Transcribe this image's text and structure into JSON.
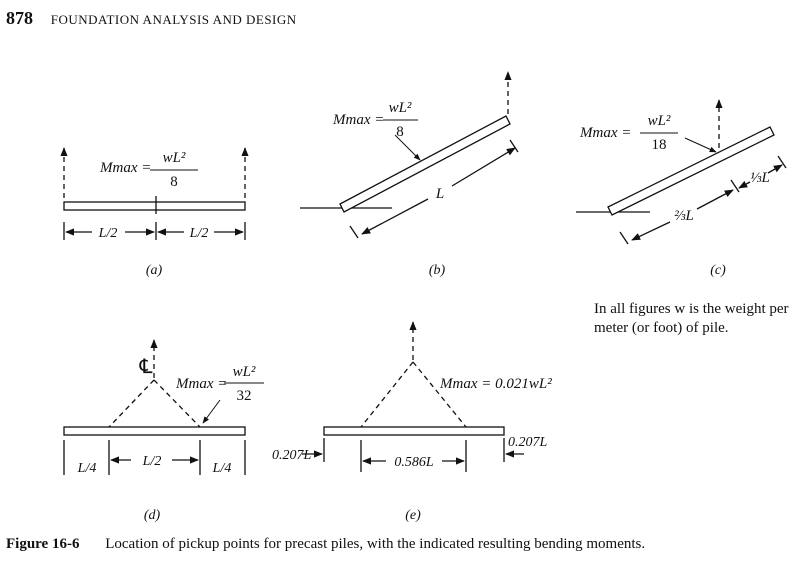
{
  "header": {
    "page_number": "878",
    "running_title": "FOUNDATION ANALYSIS AND DESIGN"
  },
  "panels": {
    "a": {
      "label": "(a)",
      "moment_lhs": "Mmax =",
      "moment_num": "wL²",
      "moment_den": "8",
      "dim_left": "L/2",
      "dim_right": "L/2"
    },
    "b": {
      "label": "(b)",
      "moment_lhs": "Mmax =",
      "moment_num": "wL²",
      "moment_den": "8",
      "dim": "L"
    },
    "c": {
      "label": "(c)",
      "moment_lhs": "Mmax =",
      "moment_num": "wL²",
      "moment_den": "18",
      "dim_long": "⅔L",
      "dim_short": "⅓L"
    },
    "d": {
      "label": "(d)",
      "centerline": "℄",
      "moment_lhs": "Mmax =",
      "moment_num": "wL²",
      "moment_den": "32",
      "dim_left": "L/4",
      "dim_mid": "L/2",
      "dim_right": "L/4"
    },
    "e": {
      "label": "(e)",
      "moment": "Mmax = 0.021wL²",
      "dim_left": "0.207L",
      "dim_mid": "0.586L",
      "dim_right": "0.207L"
    }
  },
  "note": "In all figures w is the weight per meter (or foot) of pile.",
  "caption": {
    "label": "Figure 16-6",
    "text": "Location of pickup points for precast piles, with the indicated resulting bending moments."
  }
}
